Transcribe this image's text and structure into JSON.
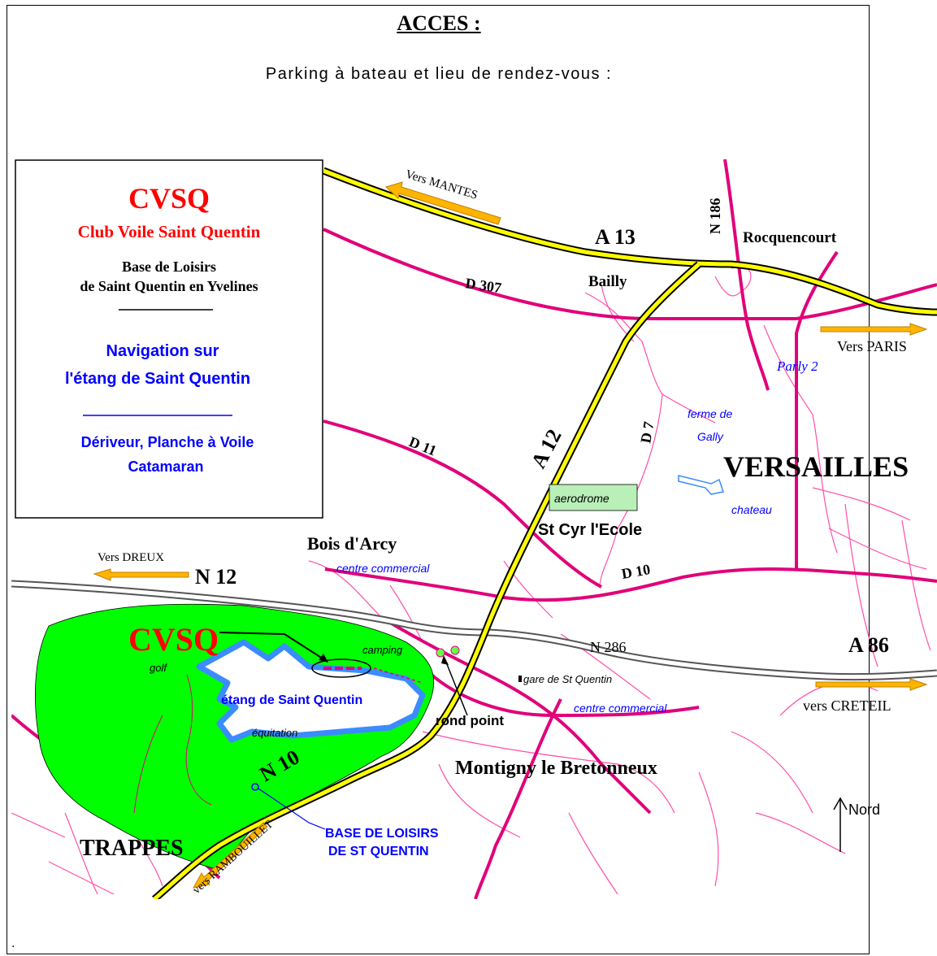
{
  "header": {
    "title": "ACCES :",
    "subtitle": "Parking à bateau et lieu de rendez-vous :"
  },
  "footer_mark": ".",
  "legend": {
    "club_short": "CVSQ",
    "club_full": "Club Voile Saint Quentin",
    "base_line1": "Base de Loisirs",
    "base_line2": "de Saint Quentin en Yvelines",
    "nav_line1": "Navigation sur",
    "nav_line2": "l'étang de Saint Quentin",
    "boats_line1": "Dériveur, Planche à Voile",
    "boats_line2": "Catamaran"
  },
  "roads": {
    "a13": "A 13",
    "a12": "A 12",
    "a86": "A 86",
    "n12": "N 12",
    "n10": "N 10",
    "n186": "N 186",
    "n286": "N 286",
    "d307": "D 307",
    "d11": "D 11",
    "d10": "D 10",
    "d7": "D 7"
  },
  "directions": {
    "mantes": "Vers MANTES",
    "paris": "Vers PARIS",
    "dreux": "Vers DREUX",
    "creteil": "vers CRETEIL",
    "rambouillet": "vers RAMBOUILLET"
  },
  "places": {
    "rocquencourt": "Rocquencourt",
    "bailly": "Bailly",
    "parly2": "Parly 2",
    "ferme1": "ferme de",
    "ferme2": "Gally",
    "versailles": "VERSAILLES",
    "chateau": "chateau",
    "aerodrome": "aerodrome",
    "stcyr": "St Cyr l'Ecole",
    "boisdarcy": "Bois d'Arcy",
    "centre_commercial_1": "centre commercial",
    "centre_commercial_2": "centre commercial",
    "cvsq_map": "CVSQ",
    "camping": "camping",
    "golf": "golf",
    "etang": "étang de Saint Quentin",
    "equitation": "équitation",
    "rond_point": "rond point",
    "gare": "gare de St Quentin",
    "montigny": "Montigny le Bretonneux",
    "trappes": "TRAPPES",
    "base1": "BASE DE LOISIRS",
    "base2": "DE ST QUENTIN",
    "nord": "Nord"
  },
  "colors": {
    "motorway": "#ffff00",
    "road": "#e0007a",
    "minor_road": "#ff4fa8",
    "park": "#00ff00",
    "lake": "#ffffff",
    "lake_border": "#3a8cff",
    "cvsq_red": "#ff0000",
    "legend_blue": "#0000ff",
    "aerodrome_fill": "#b8f0b8",
    "arrow_orange": "#ffb400"
  }
}
